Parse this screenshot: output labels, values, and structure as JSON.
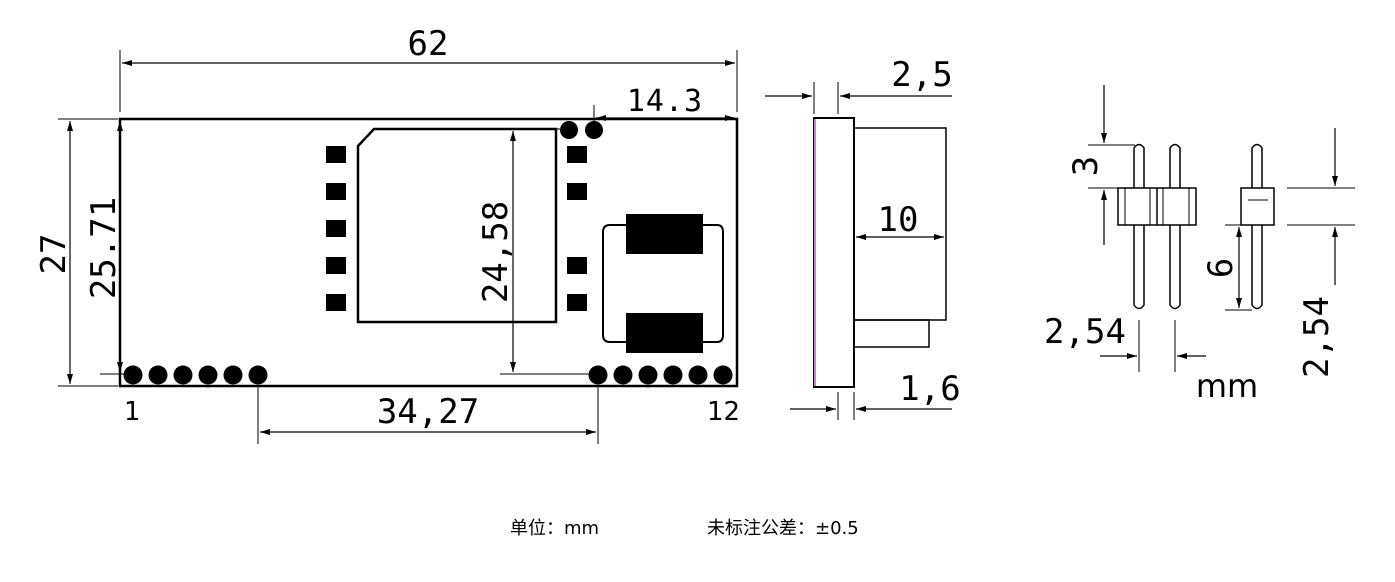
{
  "dimensions": {
    "overall_length": "62",
    "overall_width": "27",
    "pin_row_span": "25.71",
    "top_offset": "14.3",
    "module_height": "24,58",
    "pin_pitch_span": "34,27",
    "side_thickness": "2,5",
    "side_depth": "10",
    "board_thickness": "1,6",
    "pin_top_length": "3",
    "pin_bottom_length": "6",
    "pin_pitch_h": "2,54",
    "pin_pitch_v": "2,54"
  },
  "pin_labels": {
    "first": "1",
    "last": "12"
  },
  "unit_label": "mm",
  "notes": {
    "unit": "单位：mm",
    "tolerance": "未标注公差：±0.5"
  },
  "colors": {
    "line": "#000000",
    "board_edge": "#d080d0"
  }
}
